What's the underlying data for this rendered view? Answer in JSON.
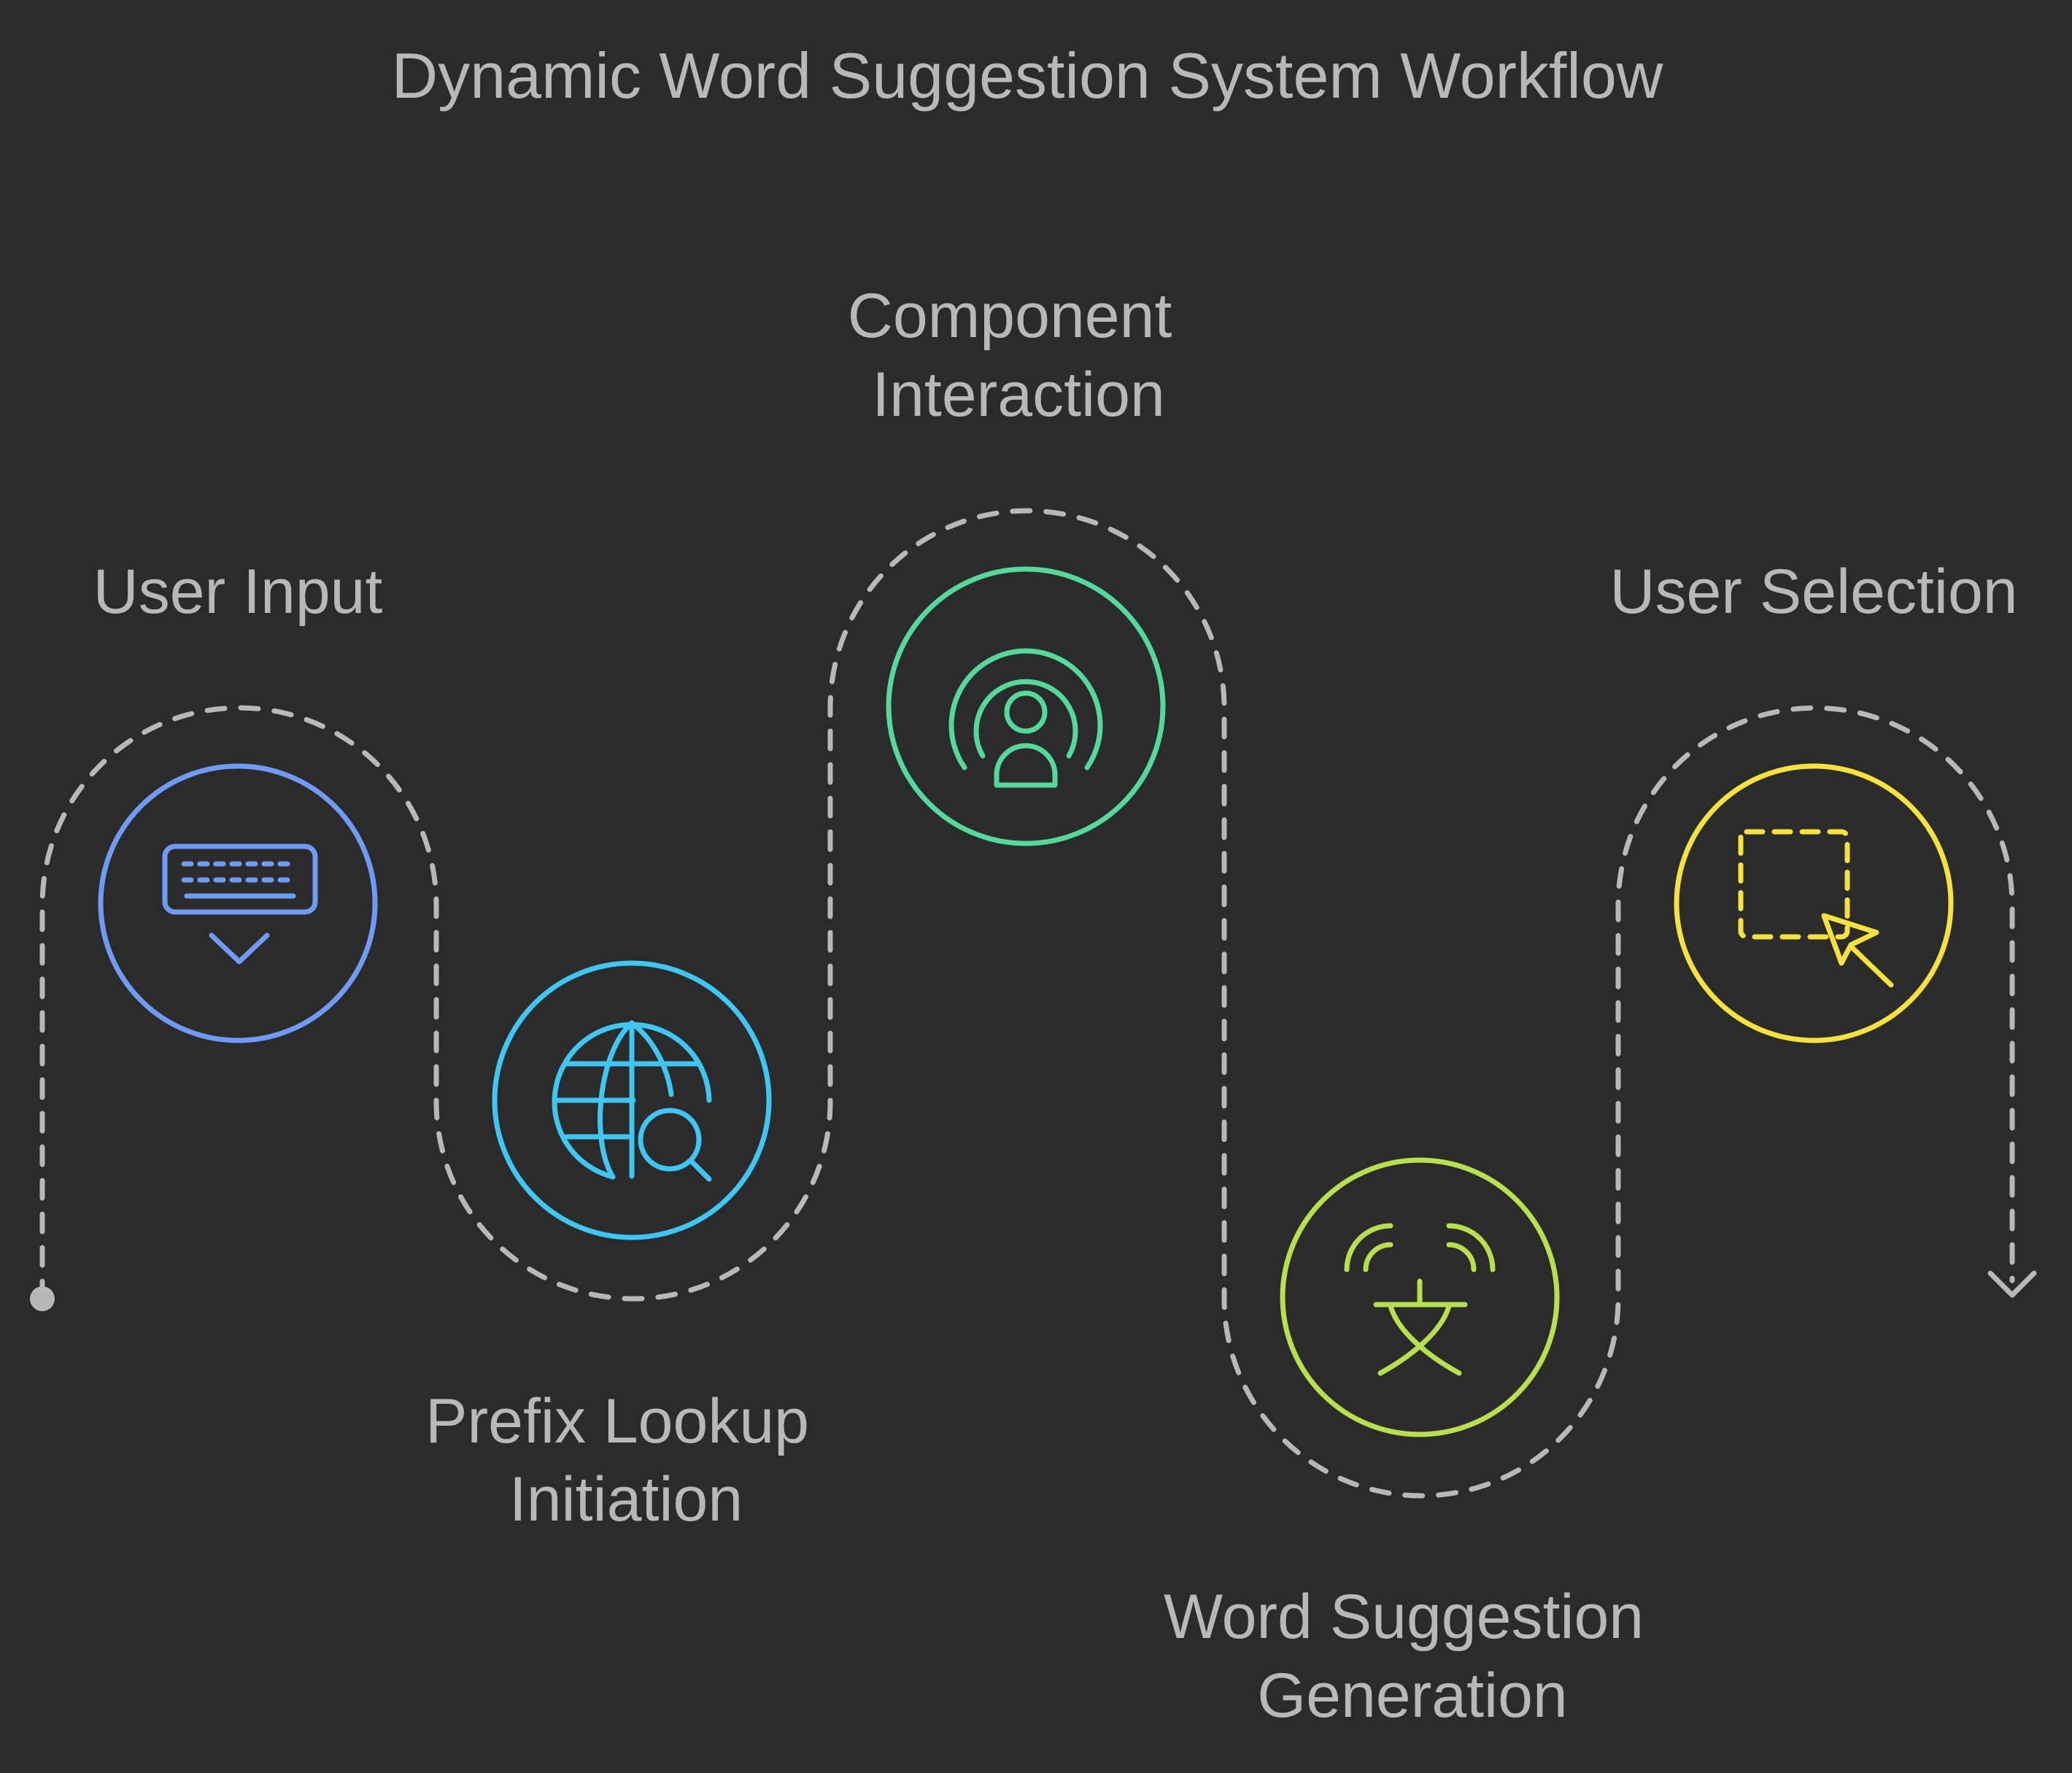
{
  "title": "Dynamic Word Suggestion System Workflow",
  "colors": {
    "background": "#2b2b2b",
    "text": "#b8b8b8",
    "path": "#b8b8b8"
  },
  "steps": [
    {
      "label_lines": [
        "User Input"
      ],
      "icon": "keyboard-icon",
      "color": "#6f9bf5"
    },
    {
      "label_lines": [
        "Prefix Lookup",
        "Initiation"
      ],
      "icon": "globe-search-icon",
      "color": "#3fc6f2"
    },
    {
      "label_lines": [
        "Component",
        "Interaction"
      ],
      "icon": "broadcast-user-icon",
      "color": "#55d99b"
    },
    {
      "label_lines": [
        "Word Suggestion",
        "Generation"
      ],
      "icon": "translate-icon",
      "color": "#b6e04e"
    },
    {
      "label_lines": [
        "User Selection"
      ],
      "icon": "selection-cursor-icon",
      "color": "#f5e23e"
    }
  ]
}
